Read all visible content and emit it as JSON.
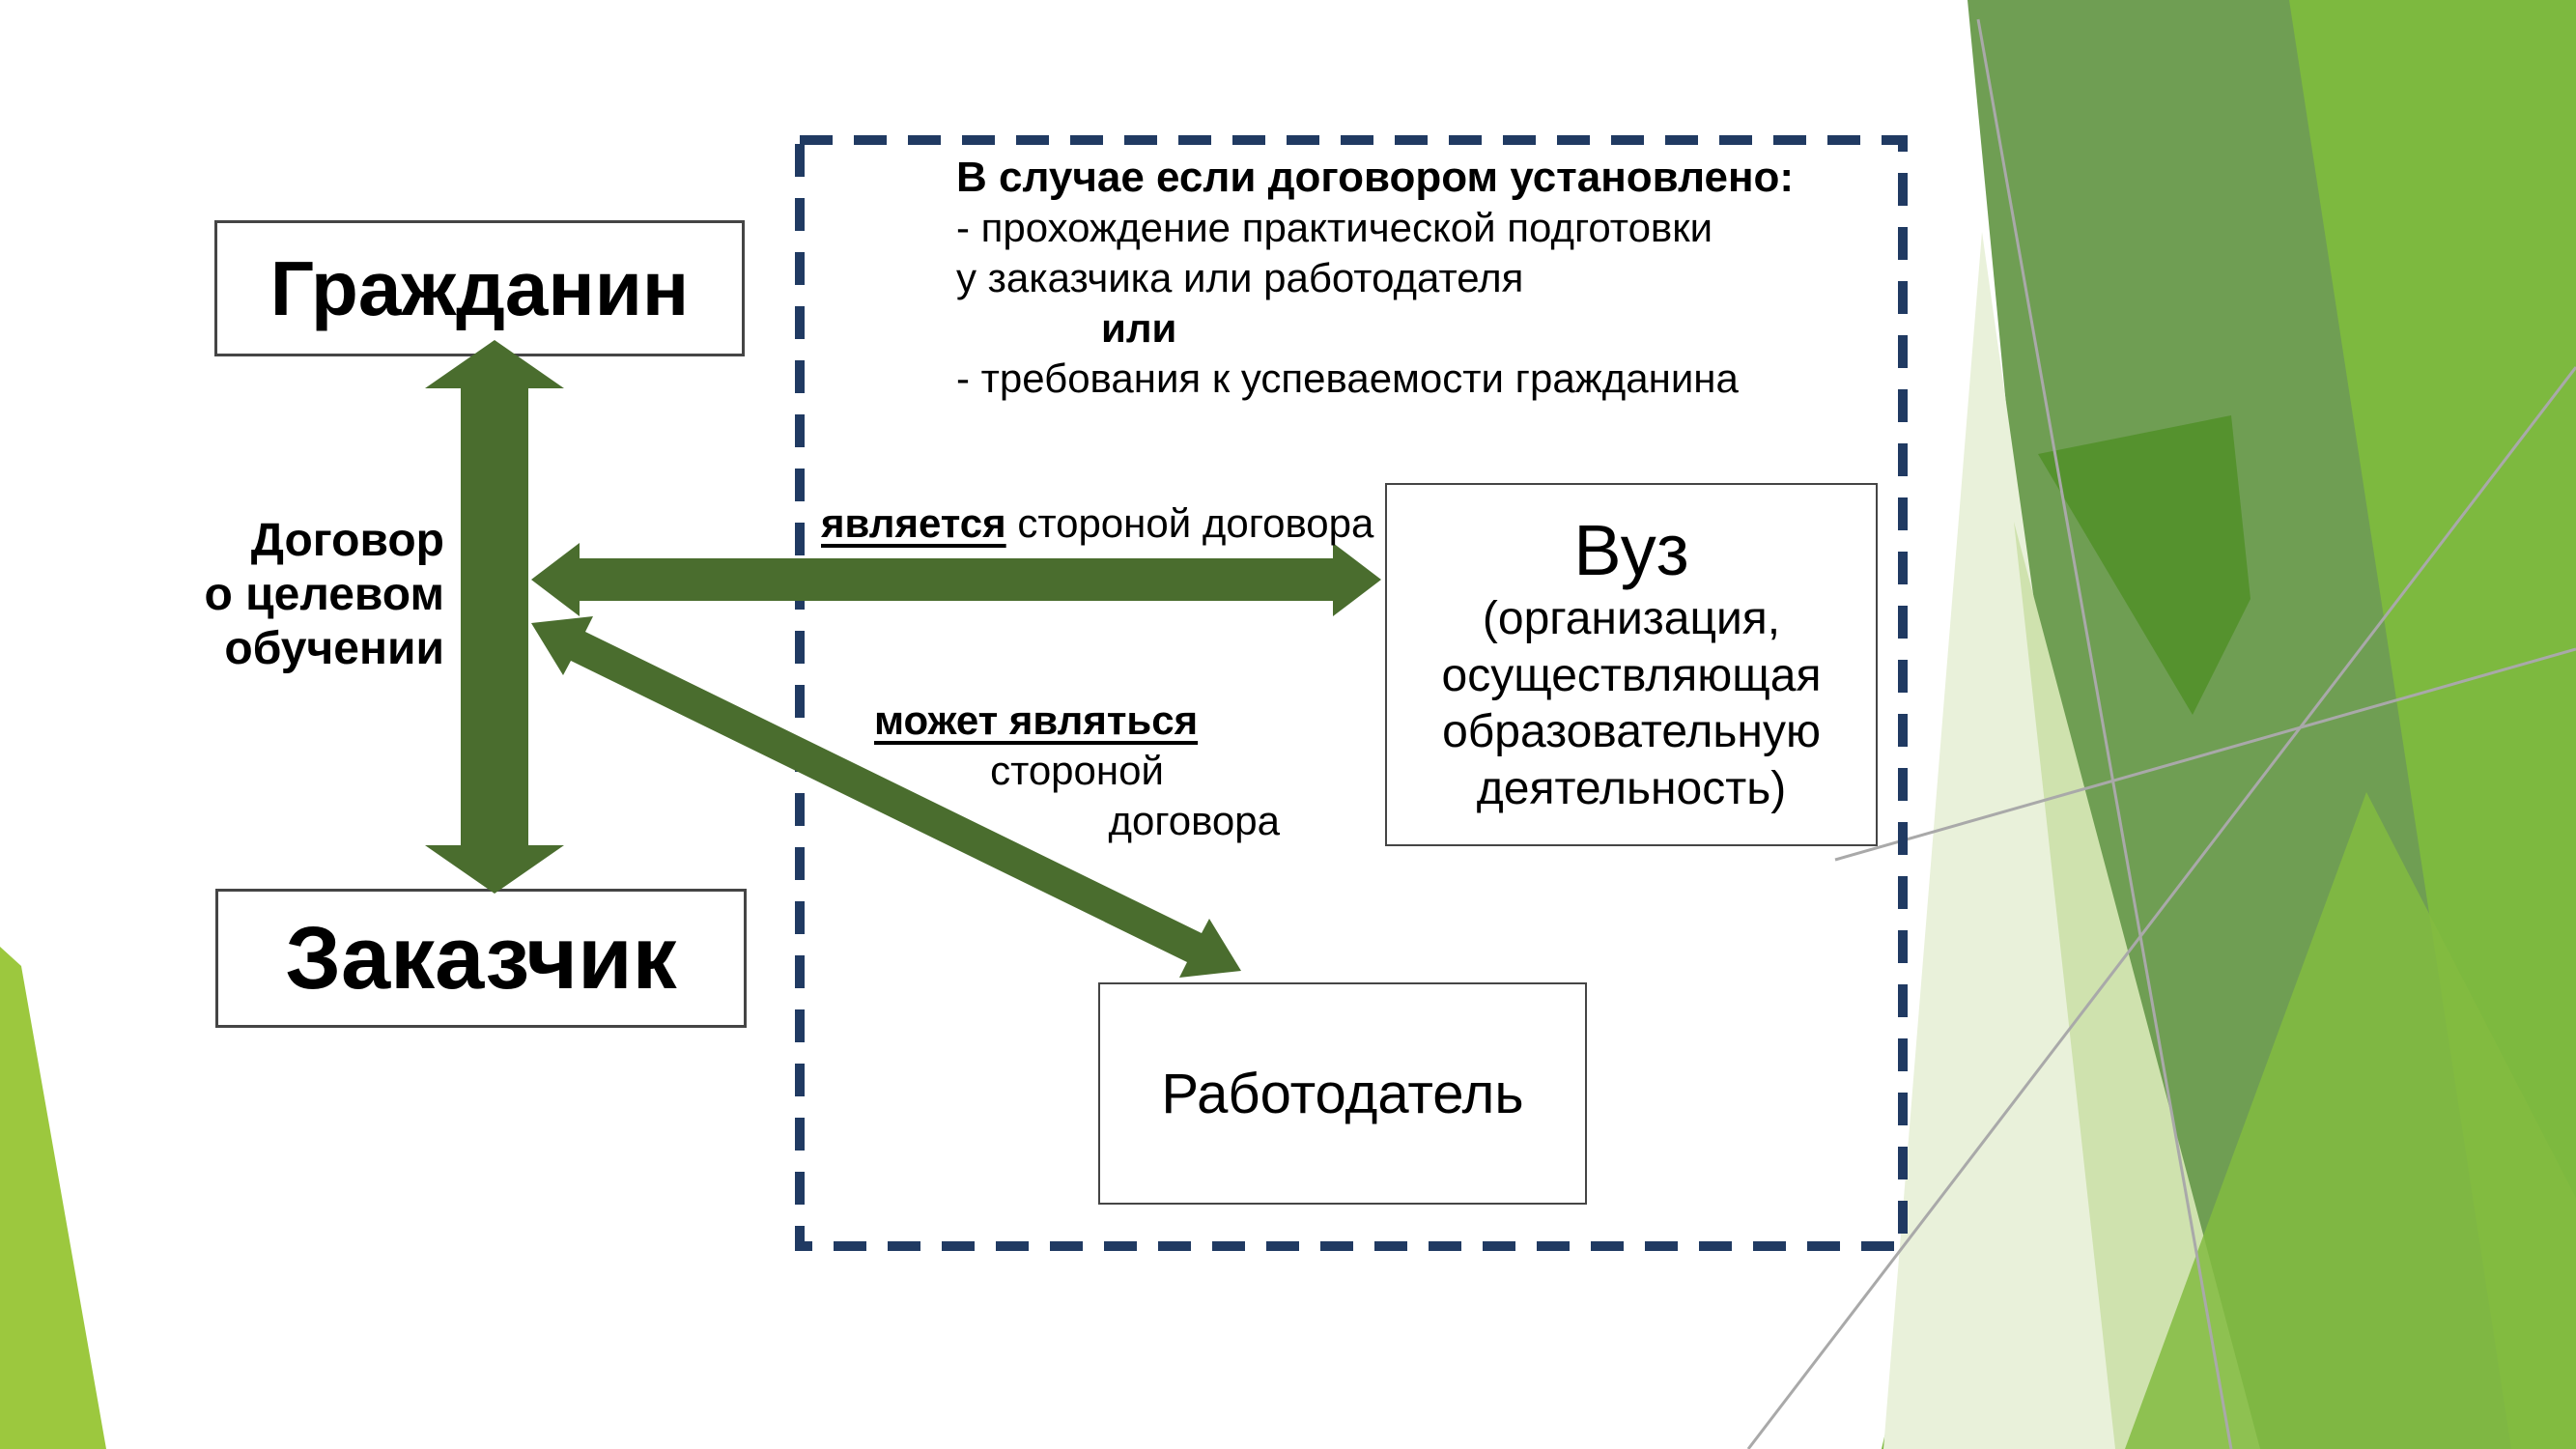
{
  "colors": {
    "arrow_green": "#4a6d2e",
    "dash_navy": "#203a62",
    "box_border": "#454545",
    "line_gray": "#a9a9a9",
    "green_bright": "#7db93f",
    "green_bright2": "#82bb41",
    "green_medium": "#6f9e53",
    "green_dark": "#55922e",
    "green_pale": "#e9f1da",
    "green_pale2": "#cfe2ae",
    "green_sliver": "#9cc83e"
  },
  "nodes": {
    "citizen": {
      "label": "Гражданин"
    },
    "customer": {
      "label": "Заказчик"
    },
    "university": {
      "title": "Вуз",
      "sub1": "(организация,",
      "sub2": "осуществляющая",
      "sub3": "образовательную",
      "sub4": "деятельность)"
    },
    "employer": {
      "label": "Работодатель"
    }
  },
  "edges": {
    "contract_label": {
      "line1": "Договор",
      "line2": "о целевом",
      "line3": "обучении"
    },
    "is_party": {
      "emphasis": "является",
      "rest": " стороной договора"
    },
    "may_be_party": {
      "emphasis": "может являться",
      "line2": "стороной",
      "line3": "договора"
    }
  },
  "conditions": {
    "header": "В случае если договором установлено:",
    "item1_line1": "- прохождение практической подготовки",
    "item1_line2": "у заказчика или работодателя",
    "connector": "или",
    "item2": "- требования к успеваемости гражданина"
  }
}
